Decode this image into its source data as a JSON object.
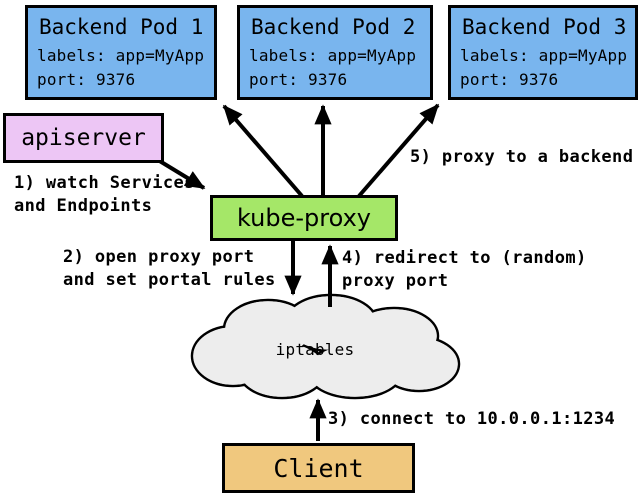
{
  "colors": {
    "pod_fill": "#79b5ee",
    "apiserver_fill": "#edc6f5",
    "kube_proxy_fill": "#a5e768",
    "client_fill": "#f0c87e",
    "cloud_fill": "#ededed",
    "line": "#000000",
    "background": "#ffffff"
  },
  "nodes": {
    "pods": [
      {
        "title": "Backend Pod 1",
        "labels": "labels: app=MyApp",
        "port": "port: 9376"
      },
      {
        "title": "Backend Pod 2",
        "labels": "labels: app=MyApp",
        "port": "port: 9376"
      },
      {
        "title": "Backend Pod 3",
        "labels": "labels: app=MyApp",
        "port": "port: 9376"
      }
    ],
    "apiserver": {
      "label": "apiserver"
    },
    "kube_proxy": {
      "label": "kube-proxy"
    },
    "iptables": {
      "label": "iptables"
    },
    "client": {
      "label": "Client"
    }
  },
  "annotations": {
    "step1": {
      "line1": "1) watch Services",
      "line2": "and Endpoints"
    },
    "step2": {
      "line1": "2) open proxy port",
      "line2": "and set portal rules"
    },
    "step3": {
      "line1": "3) connect to 10.0.0.1:1234"
    },
    "step4": {
      "line1": "4) redirect to (random)",
      "line2": "proxy port"
    },
    "step5": {
      "line1": "5) proxy to a backend"
    }
  }
}
